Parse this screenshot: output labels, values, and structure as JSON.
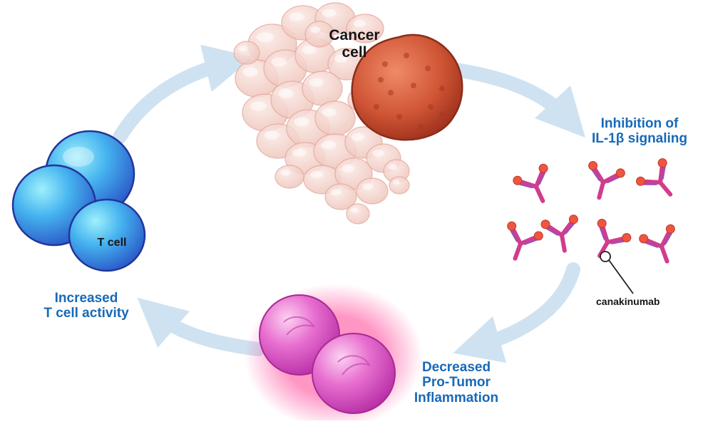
{
  "labels": {
    "cancer_cell": [
      "Cancer",
      "cell"
    ],
    "inhibition": [
      "Inhibition of",
      "IL-1β signaling"
    ],
    "decreased": [
      "Decreased",
      "Pro-Tumor",
      "Inflammation"
    ],
    "increased": [
      "Increased",
      "T cell activity"
    ],
    "t_cell": "T cell",
    "drug": "canakinumab"
  },
  "colors": {
    "label_blue": "#1769b8",
    "label_dark": "#161616",
    "arrow": "#cfe2f1",
    "cancer_core": "#cf5535",
    "cancer_cluster": "#f1c9c1",
    "t_cell": "#3fa3ee",
    "inflamed_cell": "#e870d0",
    "glow": "#ff3f93",
    "antibody_heavy": "#d23c8c",
    "antibody_light": "#a24cb5",
    "antigen": "#ef5540"
  },
  "icons": [
    "cancer-cell",
    "t-cell",
    "inflamed-cell",
    "antibody-icon",
    "cycle-arrow"
  ]
}
